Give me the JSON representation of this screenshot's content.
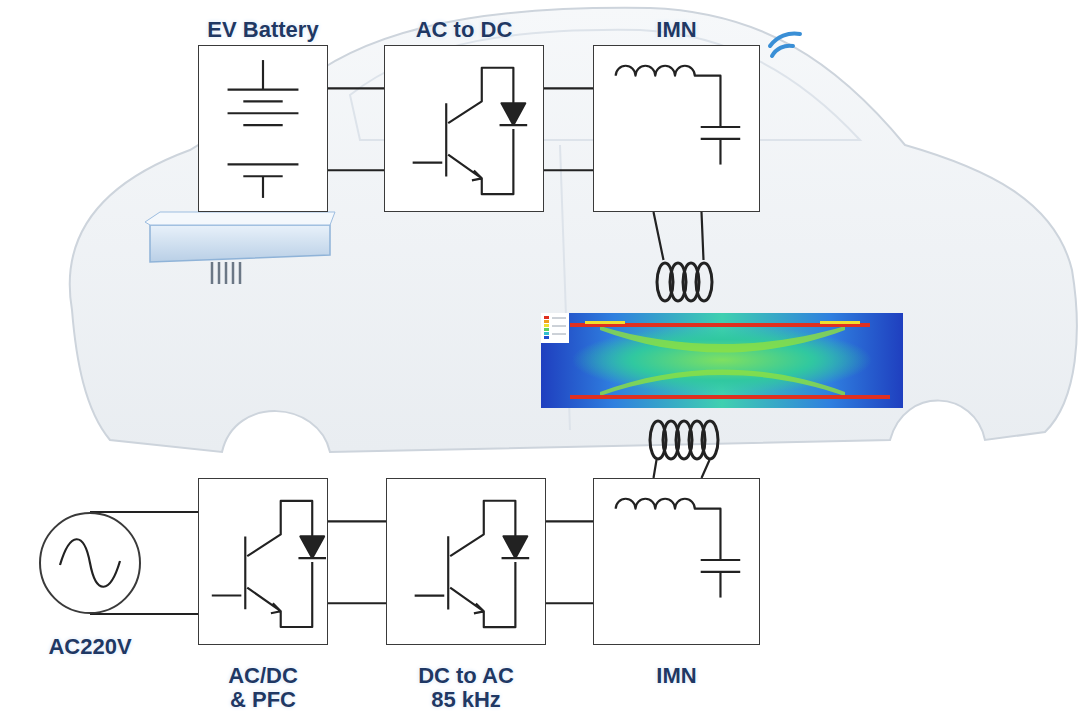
{
  "diagram": {
    "nodes": [
      {
        "text": [
          "EV Battery"
        ]
      },
      {
        "text": [
          "AC to DC"
        ]
      },
      {
        "text": [
          "IMN"
        ]
      },
      {
        "text": [
          "AC220V"
        ]
      },
      {
        "text": [
          "AC/DC & PFC"
        ]
      },
      {
        "text": [
          "DC to AC 85 kHz"
        ]
      },
      {
        "text": [
          "IMN"
        ]
      }
    ],
    "edges": [
      {
        "from": 0,
        "to": 1,
        "arrow": "none"
      },
      {
        "from": 1,
        "to": 2,
        "arrow": "none"
      },
      {
        "from": 3,
        "to": 4,
        "arrow": "none"
      },
      {
        "from": 4,
        "to": 5,
        "arrow": "none"
      },
      {
        "from": 5,
        "to": 6,
        "arrow": "none"
      },
      {
        "from": 6,
        "to": 2,
        "arrow": "none"
      }
    ]
  }
}
